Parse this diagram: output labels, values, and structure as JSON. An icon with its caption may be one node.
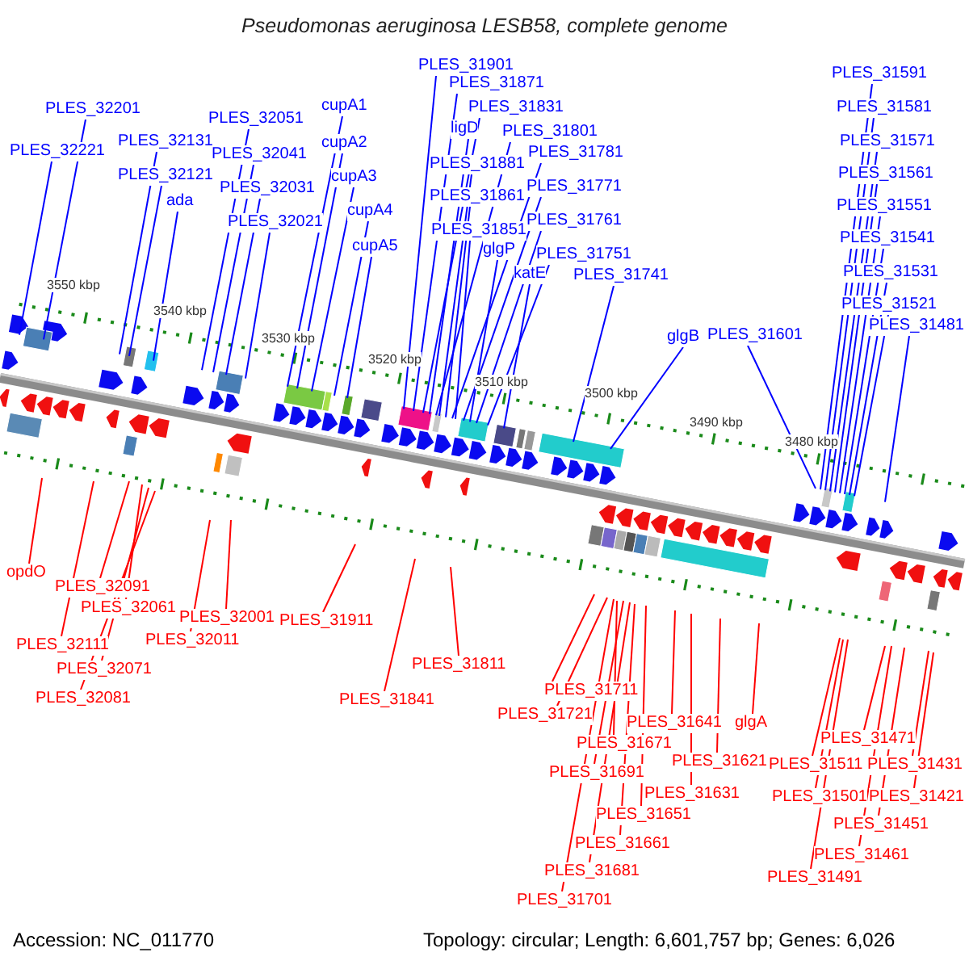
{
  "diagram": {
    "title": "Pseudomonas aeruginosa LESB58, complete genome",
    "nodes": [
      {
        "text": [
          "PLES_32201"
        ]
      },
      {
        "text": [
          "PLES_32221"
        ]
      },
      {
        "text": [
          "PLES_32131"
        ]
      },
      {
        "text": [
          "PLES_32121"
        ]
      },
      {
        "text": [
          "ada"
        ]
      },
      {
        "text": [
          "PLES_32051"
        ]
      },
      {
        "text": [
          "PLES_32041"
        ]
      },
      {
        "text": [
          "PLES_32031"
        ]
      },
      {
        "text": [
          "PLES_32021"
        ]
      },
      {
        "text": [
          "cupA1"
        ]
      },
      {
        "text": [
          "cupA2"
        ]
      },
      {
        "text": [
          "cupA3"
        ]
      },
      {
        "text": [
          "cupA4"
        ]
      },
      {
        "text": [
          "cupA5"
        ]
      },
      {
        "text": [
          "PLES_31901"
        ]
      },
      {
        "text": [
          "PLES_31871"
        ]
      },
      {
        "text": [
          "PLES_31831"
        ]
      },
      {
        "text": [
          "ligD"
        ]
      },
      {
        "text": [
          "PLES_31801"
        ]
      },
      {
        "text": [
          "PLES_31881"
        ]
      },
      {
        "text": [
          "PLES_31781"
        ]
      },
      {
        "text": [
          "PLES_31861"
        ]
      },
      {
        "text": [
          "PLES_31771"
        ]
      },
      {
        "text": [
          "PLES_31851"
        ]
      },
      {
        "text": [
          "PLES_31761"
        ]
      },
      {
        "text": [
          "glgP"
        ]
      },
      {
        "text": [
          "PLES_31751"
        ]
      },
      {
        "text": [
          "katE"
        ]
      },
      {
        "text": [
          "PLES_31741"
        ]
      },
      {
        "text": [
          "glgB"
        ]
      },
      {
        "text": [
          "PLES_31601"
        ]
      },
      {
        "text": [
          "PLES_31591"
        ]
      },
      {
        "text": [
          "PLES_31581"
        ]
      },
      {
        "text": [
          "PLES_31571"
        ]
      },
      {
        "text": [
          "PLES_31561"
        ]
      },
      {
        "text": [
          "PLES_31551"
        ]
      },
      {
        "text": [
          "PLES_31541"
        ]
      },
      {
        "text": [
          "PLES_31531"
        ]
      },
      {
        "text": [
          "PLES_31521"
        ]
      },
      {
        "text": [
          "PLES_31481"
        ]
      },
      {
        "text": [
          "opdO"
        ]
      },
      {
        "text": [
          "PLES_32091"
        ]
      },
      {
        "text": [
          "PLES_32061"
        ]
      },
      {
        "text": [
          "PLES_32111"
        ]
      },
      {
        "text": [
          "PLES_32071"
        ]
      },
      {
        "text": [
          "PLES_32081"
        ]
      },
      {
        "text": [
          "PLES_32011"
        ]
      },
      {
        "text": [
          "PLES_32001"
        ]
      },
      {
        "text": [
          "PLES_31911"
        ]
      },
      {
        "text": [
          "PLES_31841"
        ]
      },
      {
        "text": [
          "PLES_31811"
        ]
      },
      {
        "text": [
          "PLES_31711"
        ]
      },
      {
        "text": [
          "PLES_31721"
        ]
      },
      {
        "text": [
          "PLES_31671"
        ]
      },
      {
        "text": [
          "PLES_31641"
        ]
      },
      {
        "text": [
          "glgA"
        ]
      },
      {
        "text": [
          "PLES_31691"
        ]
      },
      {
        "text": [
          "PLES_31621"
        ]
      },
      {
        "text": [
          "PLES_31631"
        ]
      },
      {
        "text": [
          "PLES_31651"
        ]
      },
      {
        "text": [
          "PLES_31661"
        ]
      },
      {
        "text": [
          "PLES_31681"
        ]
      },
      {
        "text": [
          "PLES_31701"
        ]
      },
      {
        "text": [
          "PLES_31471"
        ]
      },
      {
        "text": [
          "PLES_31511"
        ]
      },
      {
        "text": [
          "PLES_31431"
        ]
      },
      {
        "text": [
          "PLES_31501"
        ]
      },
      {
        "text": [
          "PLES_31421"
        ]
      },
      {
        "text": [
          "PLES_31451"
        ]
      },
      {
        "text": [
          "PLES_31461"
        ]
      },
      {
        "text": [
          "PLES_31491"
        ]
      }
    ],
    "edges": [
      {
        "from": 0,
        "to": null,
        "arrow": "none"
      },
      {
        "from": 1,
        "to": null,
        "arrow": "none"
      },
      {
        "from": 2,
        "to": null,
        "arrow": "none"
      },
      {
        "from": 3,
        "to": null,
        "arrow": "none"
      },
      {
        "from": 4,
        "to": null,
        "arrow": "none"
      },
      {
        "from": 5,
        "to": null,
        "arrow": "none"
      },
      {
        "from": 6,
        "to": null,
        "arrow": "none"
      },
      {
        "from": 7,
        "to": null,
        "arrow": "none"
      },
      {
        "from": 8,
        "to": null,
        "arrow": "none"
      },
      {
        "from": 9,
        "to": null,
        "arrow": "none"
      },
      {
        "from": 10,
        "to": null,
        "arrow": "none"
      },
      {
        "from": 11,
        "to": null,
        "arrow": "none"
      },
      {
        "from": 12,
        "to": null,
        "arrow": "none"
      },
      {
        "from": 13,
        "to": null,
        "arrow": "none"
      },
      {
        "from": 14,
        "to": null,
        "arrow": "none"
      },
      {
        "from": 15,
        "to": null,
        "arrow": "none"
      },
      {
        "from": 16,
        "to": null,
        "arrow": "none"
      },
      {
        "from": 17,
        "to": null,
        "arrow": "none"
      },
      {
        "from": 18,
        "to": null,
        "arrow": "none"
      },
      {
        "from": 19,
        "to": null,
        "arrow": "none"
      },
      {
        "from": 20,
        "to": null,
        "arrow": "none"
      },
      {
        "from": 21,
        "to": null,
        "arrow": "none"
      },
      {
        "from": 22,
        "to": null,
        "arrow": "none"
      },
      {
        "from": 23,
        "to": null,
        "arrow": "none"
      },
      {
        "from": 24,
        "to": null,
        "arrow": "none"
      },
      {
        "from": 25,
        "to": null,
        "arrow": "none"
      },
      {
        "from": 26,
        "to": null,
        "arrow": "none"
      },
      {
        "from": 27,
        "to": null,
        "arrow": "none"
      },
      {
        "from": 28,
        "to": null,
        "arrow": "none"
      },
      {
        "from": 29,
        "to": null,
        "arrow": "none"
      },
      {
        "from": 30,
        "to": null,
        "arrow": "none"
      },
      {
        "from": 31,
        "to": null,
        "arrow": "none"
      },
      {
        "from": 32,
        "to": null,
        "arrow": "none"
      },
      {
        "from": 33,
        "to": null,
        "arrow": "none"
      },
      {
        "from": 34,
        "to": null,
        "arrow": "none"
      },
      {
        "from": 35,
        "to": null,
        "arrow": "none"
      },
      {
        "from": 36,
        "to": null,
        "arrow": "none"
      },
      {
        "from": 37,
        "to": null,
        "arrow": "none"
      },
      {
        "from": 38,
        "to": null,
        "arrow": "none"
      },
      {
        "from": 39,
        "to": null,
        "arrow": "none"
      },
      {
        "from": 40,
        "to": null,
        "arrow": "none",
        "color": "#ff0000"
      },
      {
        "from": 41,
        "to": null,
        "arrow": "none",
        "color": "#ff0000"
      },
      {
        "from": 42,
        "to": null,
        "arrow": "none",
        "color": "#ff0000"
      },
      {
        "from": 43,
        "to": null,
        "arrow": "none",
        "color": "#ff0000"
      },
      {
        "from": 44,
        "to": null,
        "arrow": "none",
        "color": "#ff0000"
      },
      {
        "from": 45,
        "to": null,
        "arrow": "none",
        "color": "#ff0000"
      },
      {
        "from": 46,
        "to": null,
        "arrow": "none",
        "color": "#ff0000"
      },
      {
        "from": 47,
        "to": null,
        "arrow": "none",
        "color": "#ff0000"
      },
      {
        "from": 48,
        "to": null,
        "arrow": "none",
        "color": "#ff0000"
      },
      {
        "from": 49,
        "to": null,
        "arrow": "none",
        "color": "#ff0000"
      },
      {
        "from": 50,
        "to": null,
        "arrow": "none",
        "color": "#ff0000"
      },
      {
        "from": 51,
        "to": null,
        "arrow": "none",
        "color": "#ff0000"
      },
      {
        "from": 52,
        "to": null,
        "arrow": "none",
        "color": "#ff0000"
      },
      {
        "from": 53,
        "to": null,
        "arrow": "none",
        "color": "#ff0000"
      },
      {
        "from": 54,
        "to": null,
        "arrow": "none",
        "color": "#ff0000"
      },
      {
        "from": 55,
        "to": null,
        "arrow": "none",
        "color": "#ff0000"
      },
      {
        "from": 56,
        "to": null,
        "arrow": "none",
        "color": "#ff0000"
      },
      {
        "from": 57,
        "to": null,
        "arrow": "none",
        "color": "#ff0000"
      },
      {
        "from": 58,
        "to": null,
        "arrow": "none",
        "color": "#ff0000"
      },
      {
        "from": 59,
        "to": null,
        "arrow": "none",
        "color": "#ff0000"
      },
      {
        "from": 60,
        "to": null,
        "arrow": "none",
        "color": "#ff0000"
      },
      {
        "from": 61,
        "to": null,
        "arrow": "none",
        "color": "#ff0000"
      },
      {
        "from": 62,
        "to": null,
        "arrow": "none",
        "color": "#ff0000"
      },
      {
        "from": 63,
        "to": null,
        "arrow": "none",
        "color": "#ff0000"
      },
      {
        "from": 64,
        "to": null,
        "arrow": "none",
        "color": "#ff0000"
      },
      {
        "from": 65,
        "to": null,
        "arrow": "none",
        "color": "#ff0000"
      },
      {
        "from": 66,
        "to": null,
        "arrow": "none",
        "color": "#ff0000"
      },
      {
        "from": 67,
        "to": null,
        "arrow": "none",
        "color": "#ff0000"
      },
      {
        "from": 68,
        "to": null,
        "arrow": "none",
        "color": "#ff0000"
      },
      {
        "from": 69,
        "to": null,
        "arrow": "none",
        "color": "#ff0000"
      },
      {
        "from": 70,
        "to": null,
        "arrow": "none",
        "color": "#ff0000"
      }
    ],
    "labels": [
      "3550 kbp",
      "3540 kbp",
      "3530 kbp",
      "3520 kbp",
      "3510 kbp",
      "3500 kbp",
      "3490 kbp",
      "3480 kbp",
      "Accession: NC_011770",
      "Topology: circular; Length: 6,601,757 bp; Genes: 6,026"
    ]
  }
}
